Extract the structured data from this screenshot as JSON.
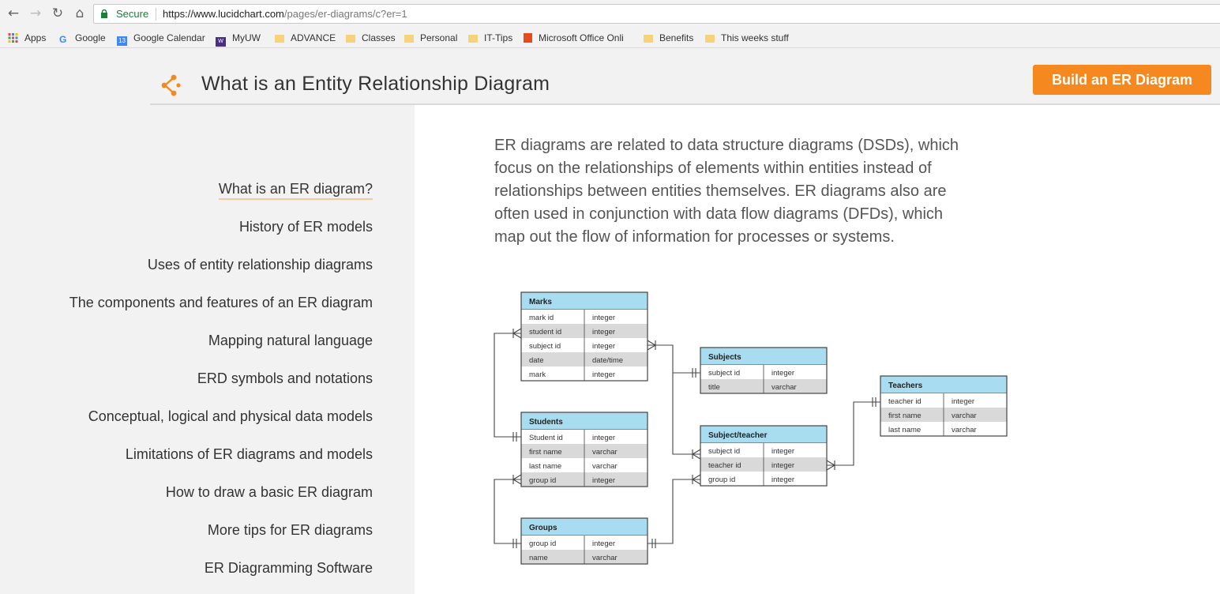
{
  "browser": {
    "secure_label": "Secure",
    "url_host": "https://www.lucidchart.com",
    "url_path": "/pages/er-diagrams/c?er=1"
  },
  "bookmarks": [
    {
      "label": "Apps",
      "icon": "apps-grid-icon"
    },
    {
      "label": "Google",
      "icon": "google-icon"
    },
    {
      "label": "Google Calendar",
      "icon": "calendar-icon"
    },
    {
      "label": "MyUW",
      "icon": "uw-icon"
    },
    {
      "label": "ADVANCE",
      "icon": "folder-icon"
    },
    {
      "label": "Classes",
      "icon": "folder-icon"
    },
    {
      "label": "Personal",
      "icon": "folder-icon"
    },
    {
      "label": "IT-Tips",
      "icon": "folder-icon"
    },
    {
      "label": "Microsoft Office Onli",
      "icon": "office-icon"
    },
    {
      "label": "Benefits",
      "icon": "folder-icon"
    },
    {
      "label": "This weeks stuff",
      "icon": "folder-icon"
    }
  ],
  "header": {
    "title": "What is an Entity Relationship Diagram",
    "cta_label": "Build an ER Diagram"
  },
  "sidebar": {
    "items": [
      {
        "label": "What is an ER diagram?",
        "active": true
      },
      {
        "label": "History of ER models"
      },
      {
        "label": "Uses of entity relationship diagrams"
      },
      {
        "label": "The components and features of an ER diagram"
      },
      {
        "label": "Mapping natural language"
      },
      {
        "label": "ERD symbols and notations"
      },
      {
        "label": "Conceptual, logical and physical data models"
      },
      {
        "label": "Limitations of ER diagrams and models"
      },
      {
        "label": "How to draw a basic ER diagram"
      },
      {
        "label": "More tips for ER diagrams"
      },
      {
        "label": "ER Diagramming Software"
      }
    ]
  },
  "content": {
    "intro_lines": [
      "ER diagrams are related to data structure diagrams (DSDs), which",
      "focus on the relationships of elements within entities instead of",
      "relationships between entities themselves. ER diagrams also are",
      "often used in conjunction with data flow diagrams (DFDs), which",
      "map out the flow of information for processes or systems."
    ]
  },
  "diagram": {
    "tables": [
      {
        "name": "Marks",
        "rows": [
          [
            "mark id",
            "integer"
          ],
          [
            "student id",
            "integer"
          ],
          [
            "subject id",
            "integer"
          ],
          [
            "date",
            "date/time"
          ],
          [
            "mark",
            "integer"
          ]
        ]
      },
      {
        "name": "Subjects",
        "rows": [
          [
            "subject id",
            "integer"
          ],
          [
            "title",
            "varchar"
          ]
        ]
      },
      {
        "name": "Teachers",
        "rows": [
          [
            "teacher id",
            "integer"
          ],
          [
            "first name",
            "varchar"
          ],
          [
            "last name",
            "varchar"
          ]
        ]
      },
      {
        "name": "Students",
        "rows": [
          [
            "Student id",
            "integer"
          ],
          [
            "first name",
            "varchar"
          ],
          [
            "last name",
            "varchar"
          ],
          [
            "group id",
            "integer"
          ]
        ]
      },
      {
        "name": "Subject/teacher",
        "rows": [
          [
            "subject id",
            "integer"
          ],
          [
            "teacher id",
            "integer"
          ],
          [
            "group id",
            "integer"
          ]
        ]
      },
      {
        "name": "Groups",
        "rows": [
          [
            "group id",
            "integer"
          ],
          [
            "name",
            "varchar"
          ]
        ]
      }
    ],
    "colors": {
      "header_fill": "#a8dcf0",
      "alt_row_fill": "#d9d9d9",
      "border": "#444444"
    }
  }
}
